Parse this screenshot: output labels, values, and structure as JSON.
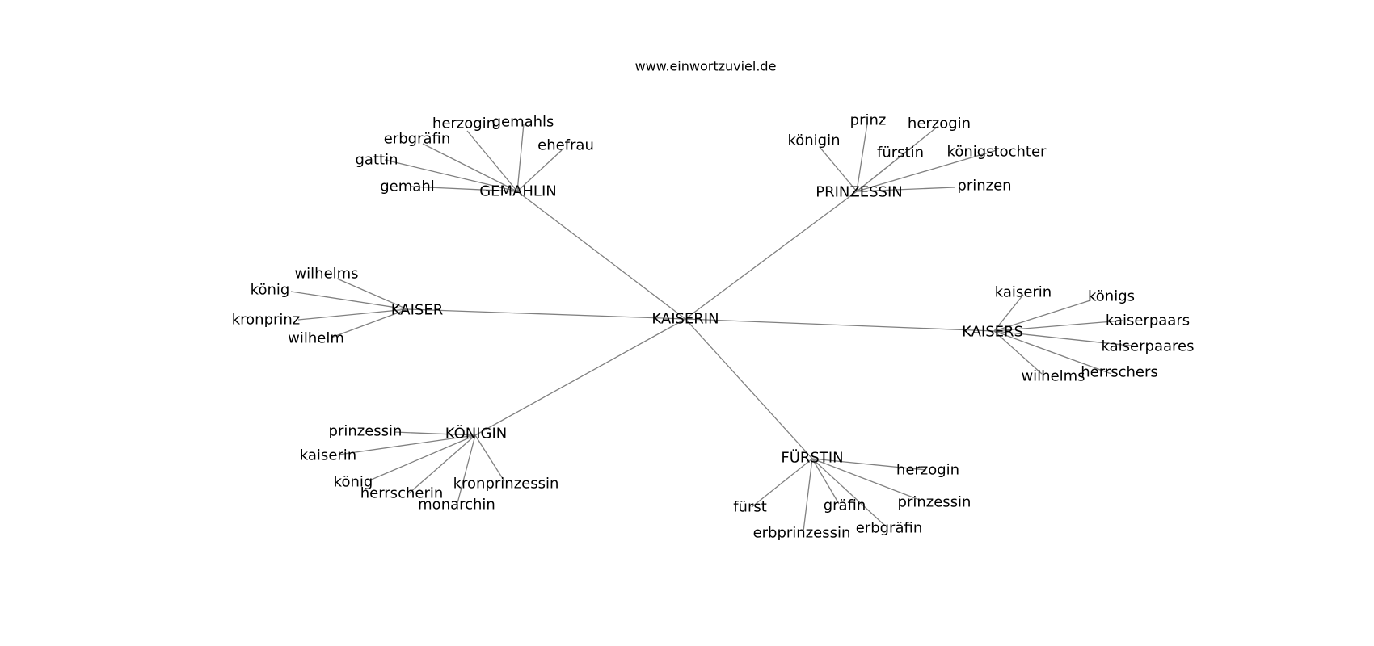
{
  "site": "www.einwortzuviel.de",
  "center": "KAISERIN",
  "clusters": [
    {
      "hub": "GEMAHLIN",
      "leaves": [
        "herzogin",
        "gemahls",
        "ehefrau",
        "erbgräfin",
        "gattin",
        "gemahl"
      ]
    },
    {
      "hub": "PRINZESSIN",
      "leaves": [
        "prinz",
        "herzogin",
        "königin",
        "fürstin",
        "königstochter",
        "prinzen"
      ]
    },
    {
      "hub": "KAISER",
      "leaves": [
        "wilhelms",
        "könig",
        "kronprinz",
        "wilhelm"
      ]
    },
    {
      "hub": "KAISERS",
      "leaves": [
        "kaiserin",
        "königs",
        "kaiserpaars",
        "kaiserpaares",
        "herrschers",
        "wilhelms"
      ]
    },
    {
      "hub": "KÖNIGIN",
      "leaves": [
        "prinzessin",
        "kaiserin",
        "könig",
        "herrscherin",
        "monarchin",
        "kronprinzessin"
      ]
    },
    {
      "hub": "FÜRSTIN",
      "leaves": [
        "herzogin",
        "fürst",
        "gräfin",
        "prinzessin",
        "erbprinzessin",
        "erbgräfin"
      ]
    }
  ]
}
